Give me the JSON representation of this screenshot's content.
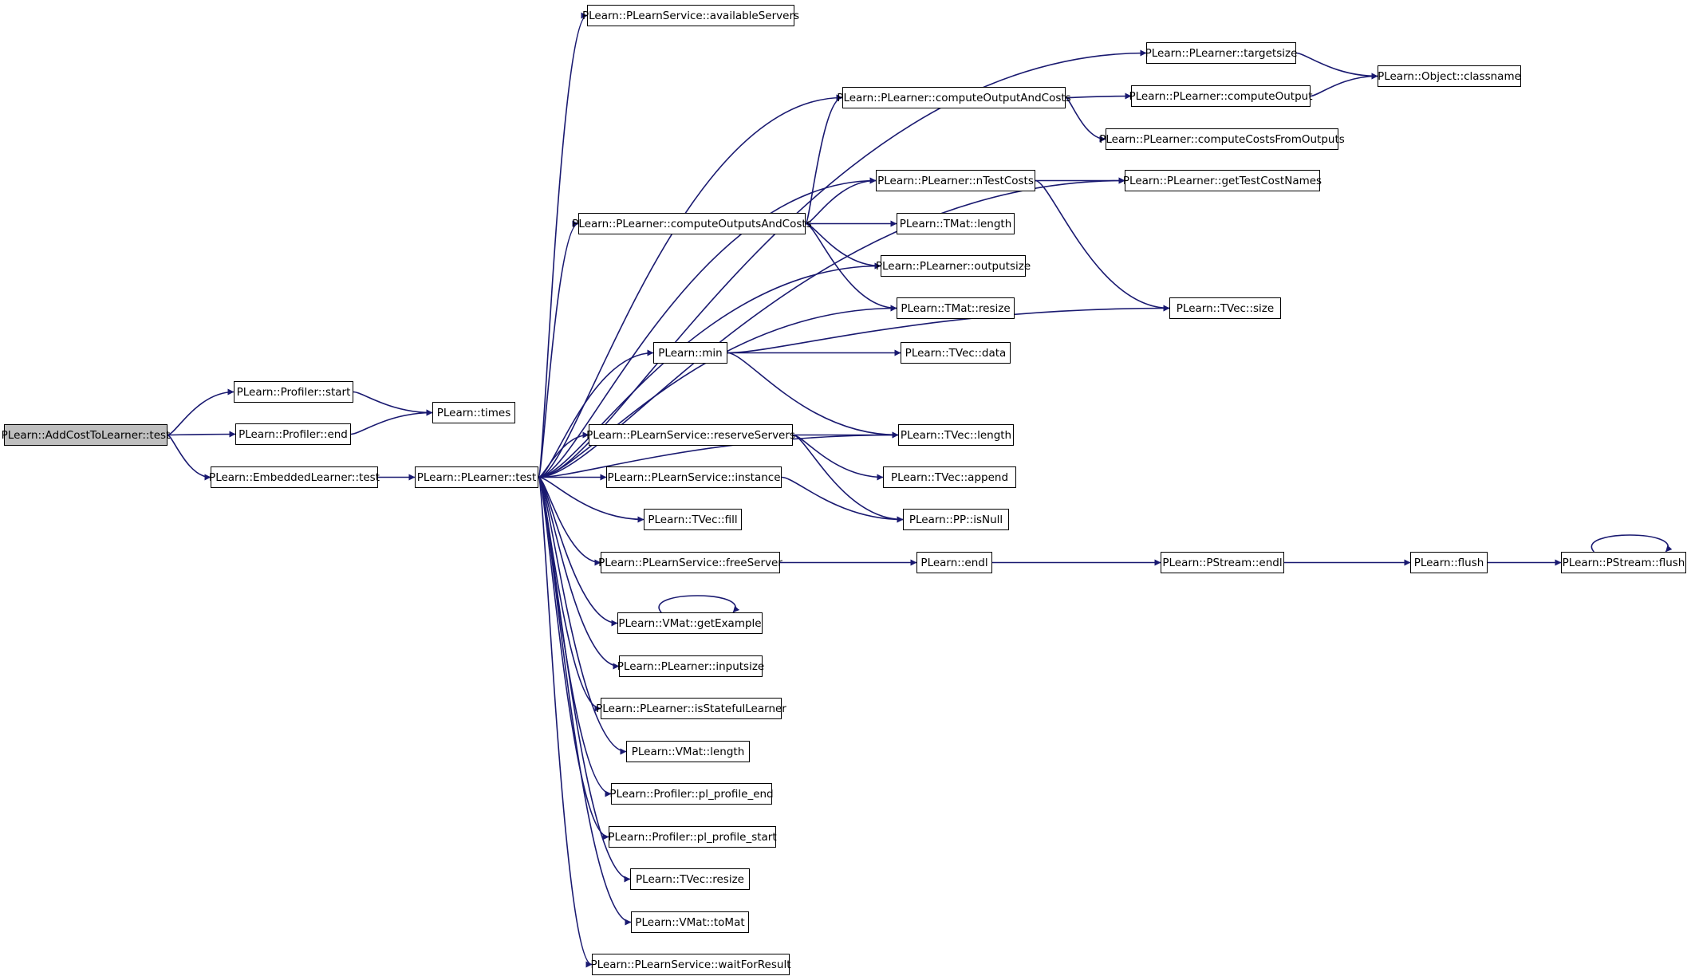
{
  "diagram": {
    "type": "call-graph",
    "edge_color": "#191970",
    "root_fill": "#bfbfbf",
    "nodes": [
      {
        "id": "addcost_test",
        "label": "PLearn::AddCostToLearner::test",
        "root": true
      },
      {
        "id": "prof_start",
        "label": "PLearn::Profiler::start"
      },
      {
        "id": "prof_end",
        "label": "PLearn::Profiler::end"
      },
      {
        "id": "embedded_test",
        "label": "PLearn::EmbeddedLearner::test"
      },
      {
        "id": "times",
        "label": "PLearn::times"
      },
      {
        "id": "plearner_test",
        "label": "PLearn::PLearner::test"
      },
      {
        "id": "available_servers",
        "label": "PLearn::PLearnService::availableServers"
      },
      {
        "id": "targetsize",
        "label": "PLearn::PLearner::targetsize"
      },
      {
        "id": "cOAC",
        "label": "PLearn::PLearner::computeOutputAndCosts"
      },
      {
        "id": "computeOutput",
        "label": "PLearn::PLearner::computeOutput"
      },
      {
        "id": "classname",
        "label": "PLearn::Object::classname"
      },
      {
        "id": "computeCostsFromOutputs",
        "label": "PLearn::PLearner::computeCostsFromOutputs"
      },
      {
        "id": "nTestCosts",
        "label": "PLearn::PLearner::nTestCosts"
      },
      {
        "id": "getTestCostNames",
        "label": "PLearn::PLearner::getTestCostNames"
      },
      {
        "id": "cOsAC",
        "label": "PLearn::PLearner::computeOutputsAndCosts"
      },
      {
        "id": "tmat_length",
        "label": "PLearn::TMat::length"
      },
      {
        "id": "outputsize",
        "label": "PLearn::PLearner::outputsize"
      },
      {
        "id": "tmat_resize",
        "label": "PLearn::TMat::resize"
      },
      {
        "id": "tvec_size",
        "label": "PLearn::TVec::size"
      },
      {
        "id": "min",
        "label": "PLearn::min"
      },
      {
        "id": "tvec_data",
        "label": "PLearn::TVec::data"
      },
      {
        "id": "reserveServers",
        "label": "PLearn::PLearnService::reserveServers"
      },
      {
        "id": "tvec_length",
        "label": "PLearn::TVec::length"
      },
      {
        "id": "tvec_append",
        "label": "PLearn::TVec::append"
      },
      {
        "id": "instance",
        "label": "PLearn::PLearnService::instance"
      },
      {
        "id": "pp_isnull",
        "label": "PLearn::PP::isNull"
      },
      {
        "id": "tvec_fill",
        "label": "PLearn::TVec::fill"
      },
      {
        "id": "freeServer",
        "label": "PLearn::PLearnService::freeServer"
      },
      {
        "id": "endl",
        "label": "PLearn::endl"
      },
      {
        "id": "pstream_endl",
        "label": "PLearn::PStream::endl"
      },
      {
        "id": "flush",
        "label": "PLearn::flush"
      },
      {
        "id": "pstream_flush",
        "label": "PLearn::PStream::flush"
      },
      {
        "id": "getExample",
        "label": "PLearn::VMat::getExample"
      },
      {
        "id": "inputsize",
        "label": "PLearn::PLearner::inputsize"
      },
      {
        "id": "isStatefulLearner",
        "label": "PLearn::PLearner::isStatefulLearner"
      },
      {
        "id": "vmat_length",
        "label": "PLearn::VMat::length"
      },
      {
        "id": "pl_profile_end",
        "label": "PLearn::Profiler::pl_profile_end"
      },
      {
        "id": "pl_profile_start",
        "label": "PLearn::Profiler::pl_profile_start"
      },
      {
        "id": "tvec_resize",
        "label": "PLearn::TVec::resize"
      },
      {
        "id": "toMat",
        "label": "PLearn::VMat::toMat"
      },
      {
        "id": "waitForResult",
        "label": "PLearn::PLearnService::waitForResult"
      }
    ],
    "edges": [
      [
        "addcost_test",
        "prof_start"
      ],
      [
        "addcost_test",
        "prof_end"
      ],
      [
        "addcost_test",
        "embedded_test"
      ],
      [
        "prof_start",
        "times"
      ],
      [
        "prof_end",
        "times"
      ],
      [
        "embedded_test",
        "plearner_test"
      ],
      [
        "plearner_test",
        "available_servers"
      ],
      [
        "plearner_test",
        "targetsize"
      ],
      [
        "plearner_test",
        "cOAC"
      ],
      [
        "plearner_test",
        "getTestCostNames"
      ],
      [
        "plearner_test",
        "nTestCosts"
      ],
      [
        "plearner_test",
        "cOsAC"
      ],
      [
        "plearner_test",
        "outputsize"
      ],
      [
        "plearner_test",
        "tmat_resize"
      ],
      [
        "plearner_test",
        "min"
      ],
      [
        "plearner_test",
        "tvec_length"
      ],
      [
        "plearner_test",
        "reserveServers"
      ],
      [
        "plearner_test",
        "instance"
      ],
      [
        "plearner_test",
        "tvec_fill"
      ],
      [
        "plearner_test",
        "freeServer"
      ],
      [
        "plearner_test",
        "getExample"
      ],
      [
        "plearner_test",
        "inputsize"
      ],
      [
        "plearner_test",
        "isStatefulLearner"
      ],
      [
        "plearner_test",
        "vmat_length"
      ],
      [
        "plearner_test",
        "pl_profile_end"
      ],
      [
        "plearner_test",
        "pl_profile_start"
      ],
      [
        "plearner_test",
        "tvec_resize"
      ],
      [
        "plearner_test",
        "toMat"
      ],
      [
        "plearner_test",
        "waitForResult"
      ],
      [
        "targetsize",
        "classname"
      ],
      [
        "cOAC",
        "computeOutput"
      ],
      [
        "cOAC",
        "computeCostsFromOutputs"
      ],
      [
        "computeOutput",
        "classname"
      ],
      [
        "nTestCosts",
        "getTestCostNames"
      ],
      [
        "nTestCosts",
        "tvec_size"
      ],
      [
        "cOsAC",
        "cOAC"
      ],
      [
        "cOsAC",
        "nTestCosts"
      ],
      [
        "cOsAC",
        "tmat_length"
      ],
      [
        "cOsAC",
        "outputsize"
      ],
      [
        "cOsAC",
        "tmat_resize"
      ],
      [
        "min",
        "tvec_data"
      ],
      [
        "min",
        "tvec_size"
      ],
      [
        "min",
        "tvec_length"
      ],
      [
        "reserveServers",
        "tvec_length"
      ],
      [
        "reserveServers",
        "tvec_append"
      ],
      [
        "reserveServers",
        "pp_isnull"
      ],
      [
        "instance",
        "pp_isnull"
      ],
      [
        "freeServer",
        "endl"
      ],
      [
        "endl",
        "pstream_endl"
      ],
      [
        "pstream_endl",
        "flush"
      ],
      [
        "flush",
        "pstream_flush"
      ],
      [
        "getExample",
        "getExample"
      ],
      [
        "pstream_flush",
        "pstream_flush"
      ]
    ]
  }
}
